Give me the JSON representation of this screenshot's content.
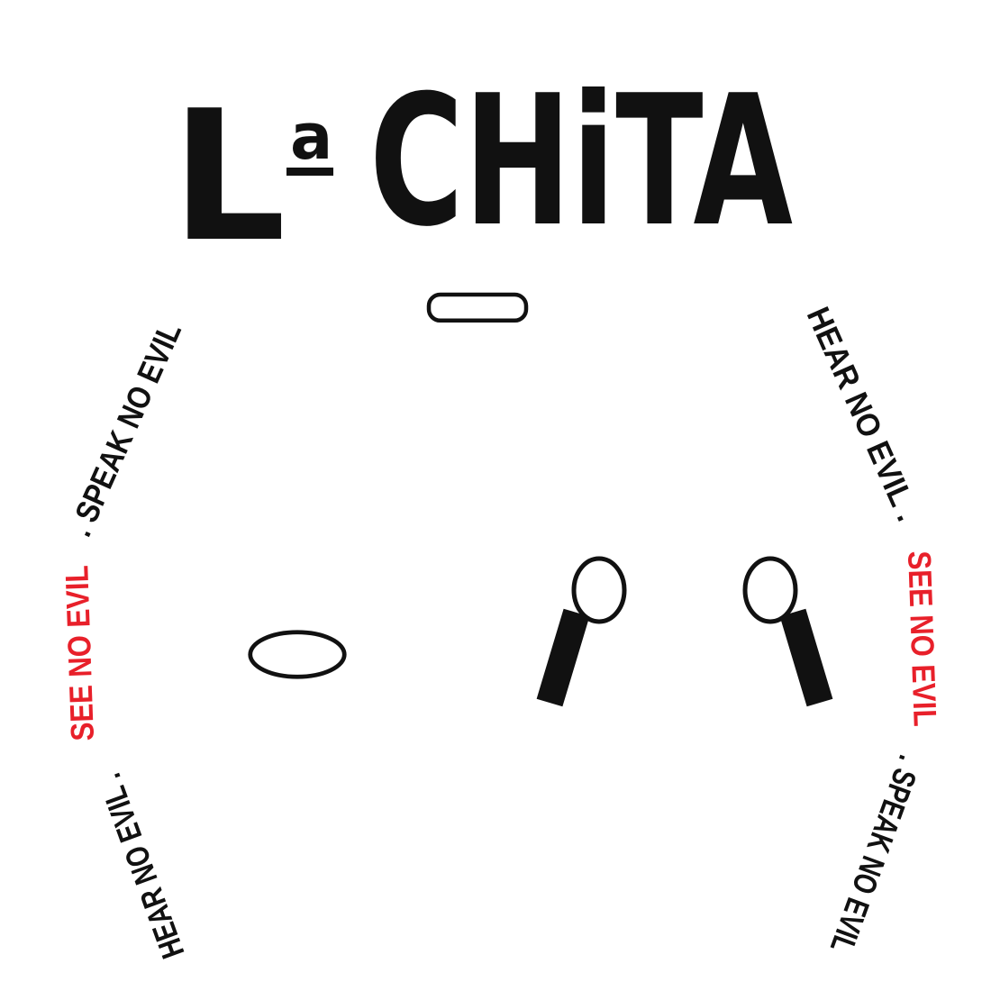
{
  "logo": {
    "title_initial": "L",
    "title_superscript": "a",
    "title_rest": "CHiTA"
  },
  "ring_left": {
    "part1": "HEAR NO EVIL . ",
    "part2": "SEE NO EVIL",
    "part3": " . SPEAK NO EVIL"
  },
  "ring_right": {
    "part1": "HEAR NO EVIL . ",
    "part2": "SEE NO EVIL",
    "part3": " . SPEAK NO EVIL"
  },
  "colors": {
    "ink": "#111111",
    "accent": "#e8202a"
  }
}
